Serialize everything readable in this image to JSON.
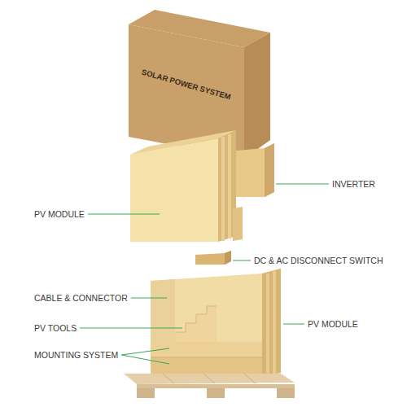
{
  "diagram": {
    "labels": [
      "SOLAR POWER SYSTEM",
      "INVERTER",
      "PV MODULE",
      "DC & AC DISCONNECT SWITCH",
      "CABLE & CONNECTOR",
      "PV MODULE",
      "PV TOOLS",
      "MOUNTING SYSTEM"
    ]
  }
}
